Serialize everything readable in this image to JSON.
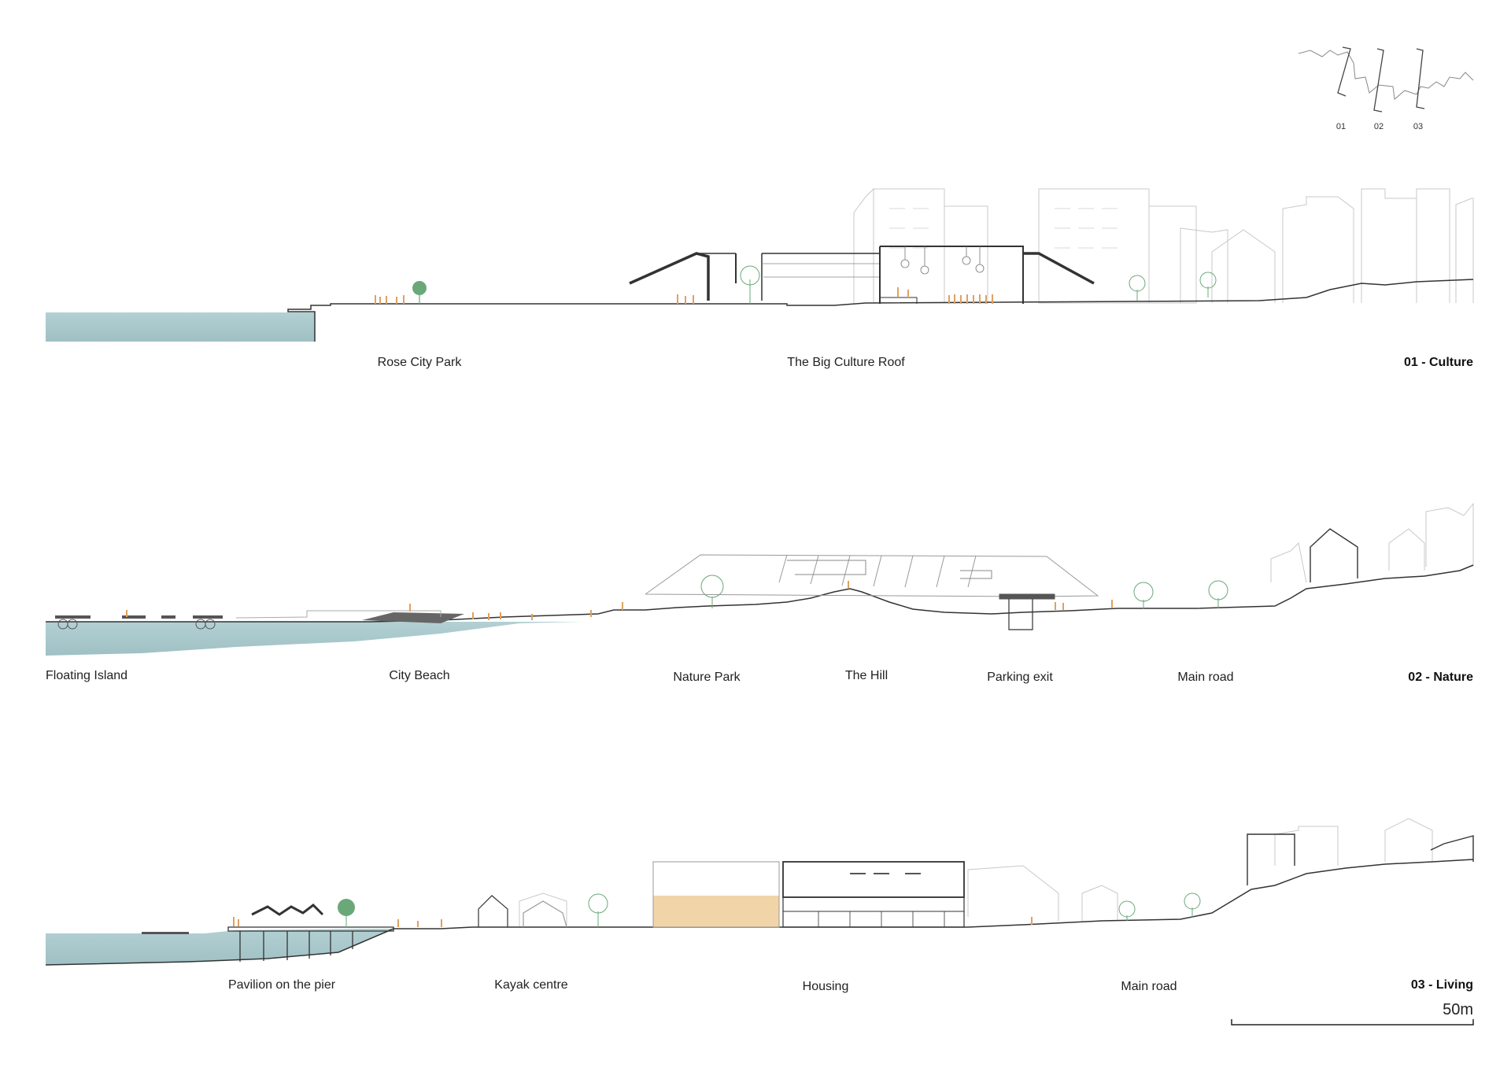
{
  "key_plan": {
    "numbers": [
      "01",
      "02",
      "03"
    ]
  },
  "sections": [
    {
      "title": "01 - Culture",
      "labels": [
        "Rose City Park",
        "The Big Culture Roof"
      ]
    },
    {
      "title": "02 - Nature",
      "labels": [
        "Floating Island",
        "City Beach",
        "Nature Park",
        "The Hill",
        "Parking exit",
        "Main road"
      ]
    },
    {
      "title": "03 - Living",
      "labels": [
        "Pavilion on the pier",
        "Kayak centre",
        "Housing",
        "Main road"
      ]
    }
  ],
  "scale_bar": {
    "label": "50m"
  },
  "colors": {
    "water": "#a9c8cc",
    "ground_line": "#333333",
    "context": "#c8c8c8",
    "people": "#e0a060",
    "tree": "#6aa87a",
    "housing_fill": "#f0d0a0"
  }
}
